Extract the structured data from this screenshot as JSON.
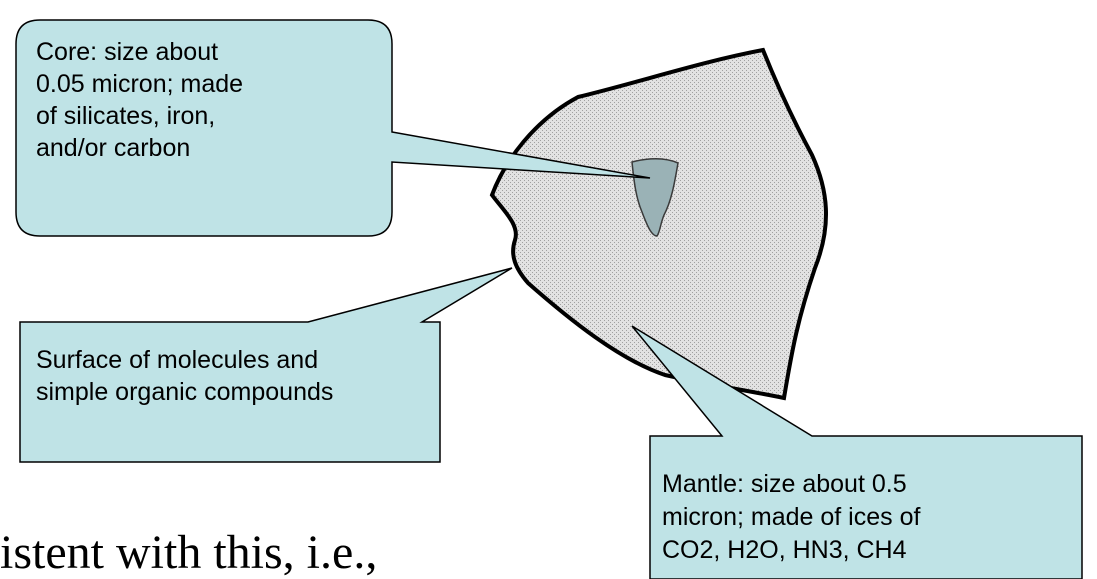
{
  "callouts": {
    "core": "Core: size about\n0.05 micron; made\nof silicates, iron,\nand/or carbon",
    "surface": "Surface of molecules and\nsimple organic compounds",
    "mantle": "Mantle: size about 0.5\nmicron; made of ices of\nCO2, H2O, HN3, CH4"
  },
  "slide_text": "istent with this, i.e.,",
  "colors": {
    "callout_fill": "#bfe3e6",
    "callout_border": "#000000",
    "mantle_fill": "#d9d9d9",
    "mantle_border": "#000000",
    "core_fill": "#9ab2b6"
  }
}
